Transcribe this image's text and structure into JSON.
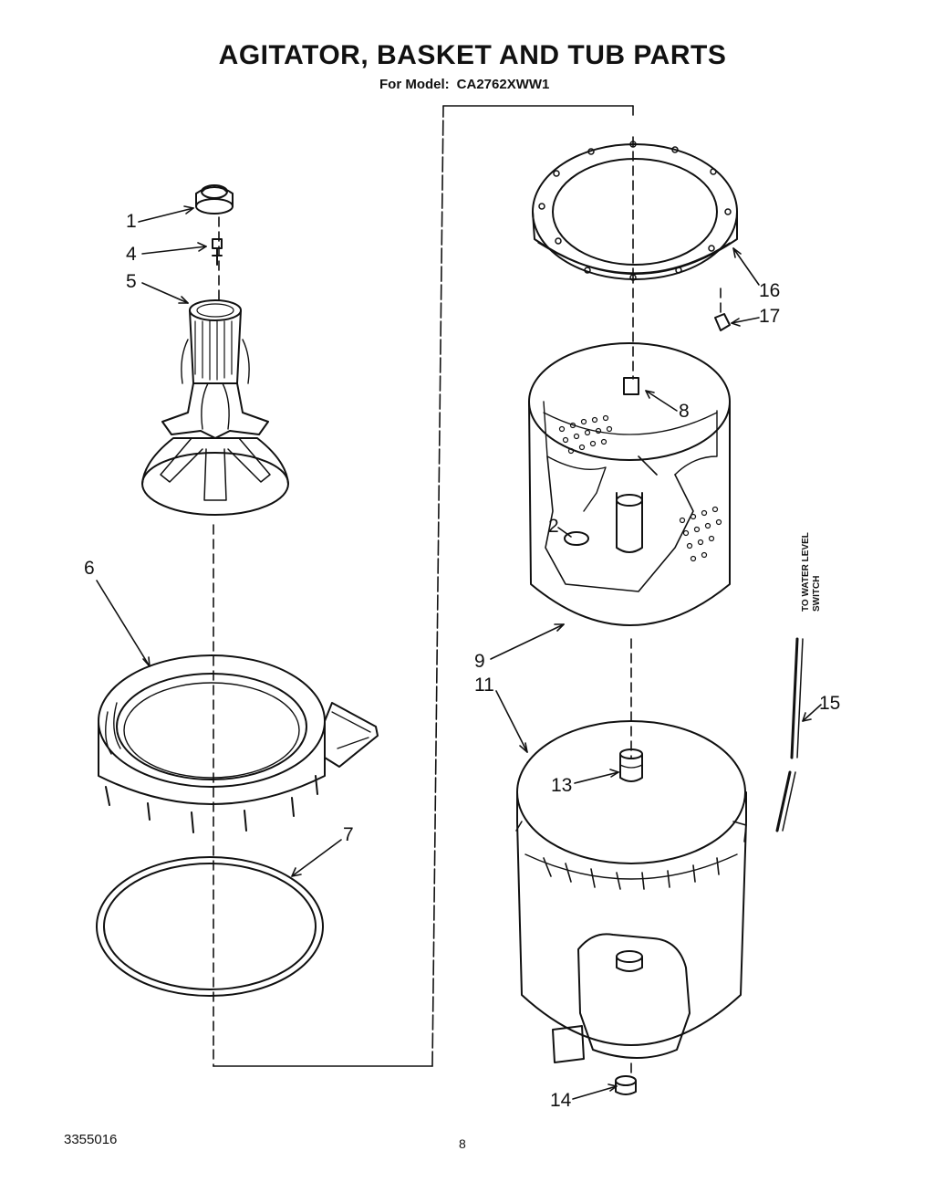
{
  "title": "AGITATOR, BASKET AND TUB PARTS",
  "model": {
    "label": "For Model:",
    "value": "CA2762XWW1"
  },
  "side_note": {
    "line1": "TO WATER LEVEL",
    "line2": "SWITCH"
  },
  "callouts": {
    "c1": "1",
    "c2": "2",
    "c4": "4",
    "c5": "5",
    "c6": "6",
    "c7": "7",
    "c8": "8",
    "c9": "9",
    "c11": "11",
    "c13": "13",
    "c14": "14",
    "c15": "15",
    "c16": "16",
    "c17": "17"
  },
  "footer": {
    "doc_number": "3355016",
    "page": "8"
  }
}
